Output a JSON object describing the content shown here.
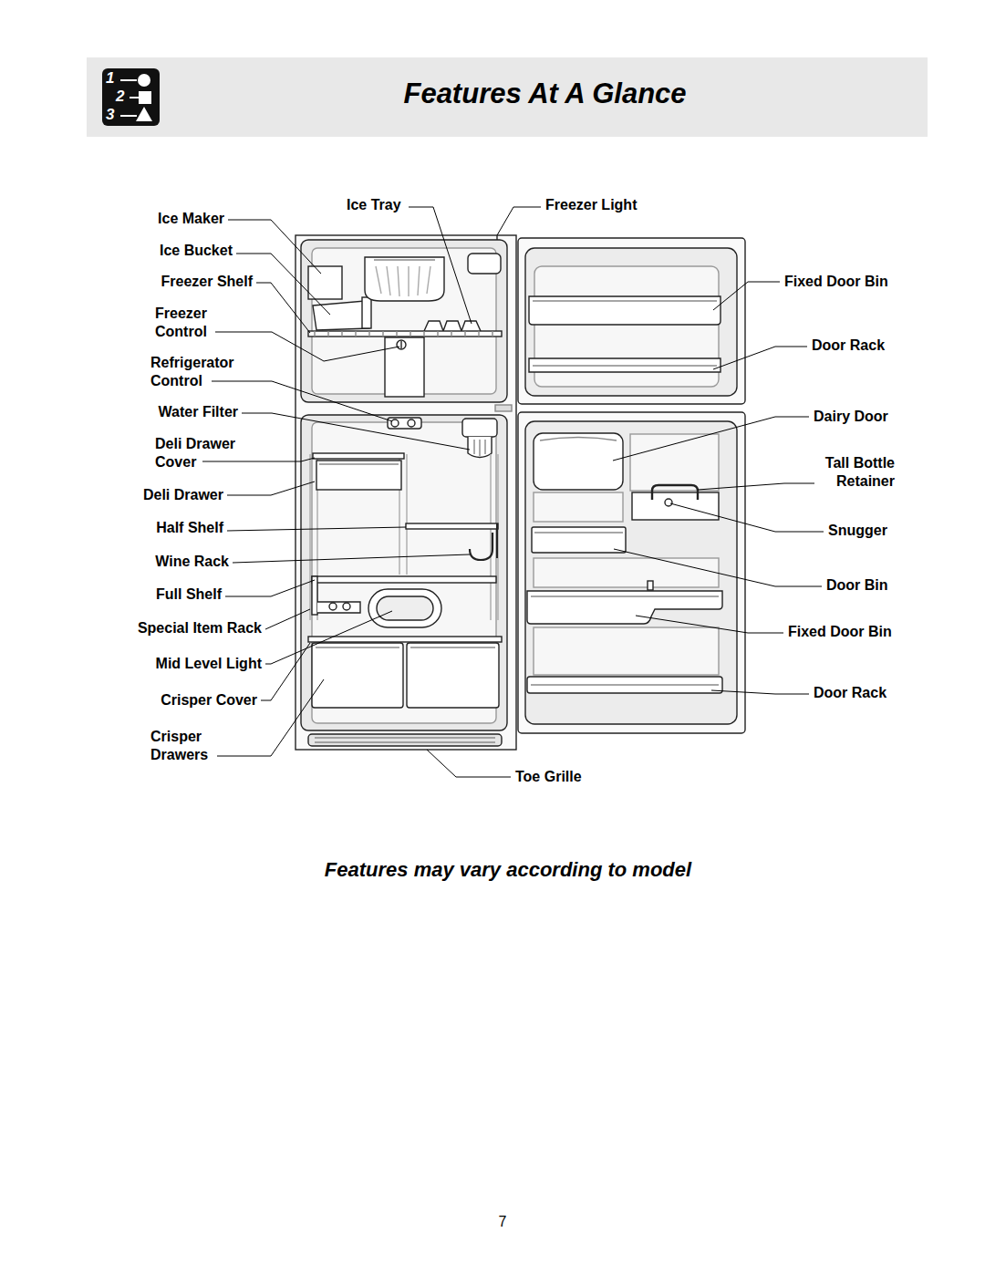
{
  "diagram": {
    "title": "Features At A Glance",
    "caption": "Features may vary according to model",
    "labels": [
      "1",
      "2",
      "3",
      "Ice Maker",
      "Ice Tray",
      "Freezer Light",
      "Ice Bucket",
      "Freezer Shelf",
      "Fixed Door Bin",
      "Freezer Control",
      "Door Rack",
      "Refrigerator Control",
      "Water Filter",
      "Dairy Door",
      "Deli Drawer Cover",
      "Tall Bottle Retainer",
      "Deli Drawer",
      "Half Shelf",
      "Snugger",
      "Wine Rack",
      "Full Shelf",
      "Door Bin",
      "Special Item Rack",
      "Fixed Door Bin",
      "Mid Level Light",
      "Door Rack",
      "Crisper Cover",
      "Crisper Drawers",
      "Toe Grille",
      "7"
    ]
  }
}
